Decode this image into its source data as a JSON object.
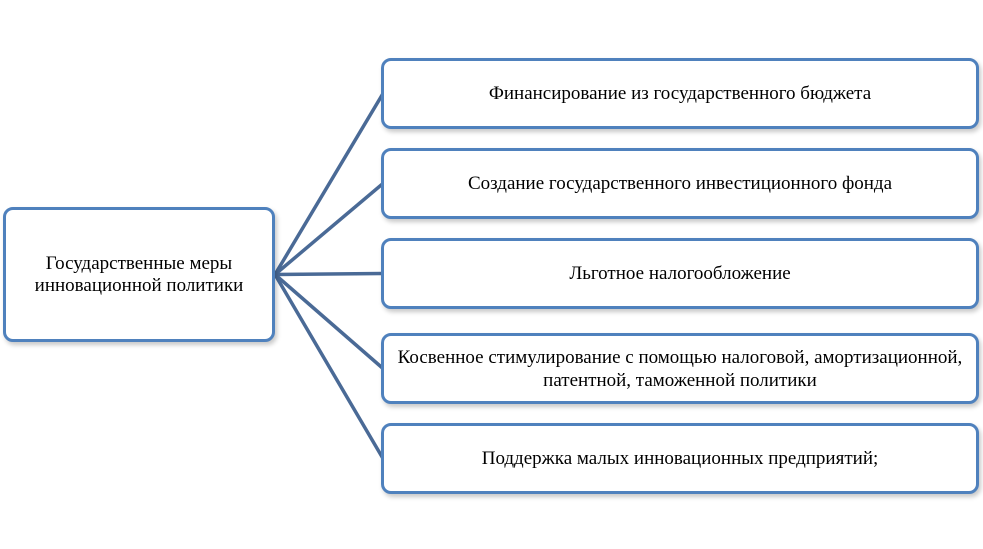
{
  "diagram": {
    "root": {
      "label": "Государственные меры инновационной политики"
    },
    "children": [
      {
        "label": "Финансирование из государственного бюджета"
      },
      {
        "label": "Создание государственного инвестиционного фонда"
      },
      {
        "label": "Льготное налогообложение"
      },
      {
        "label": "Косвенное стимулирование с помощью налоговой, амортизационной, патентной, таможенной политики"
      },
      {
        "label": "Поддержка малых инновационных  предприятий;"
      }
    ],
    "colors": {
      "box_border": "#4f81bd",
      "connector": "#4a6a96",
      "text": "#000000"
    }
  }
}
